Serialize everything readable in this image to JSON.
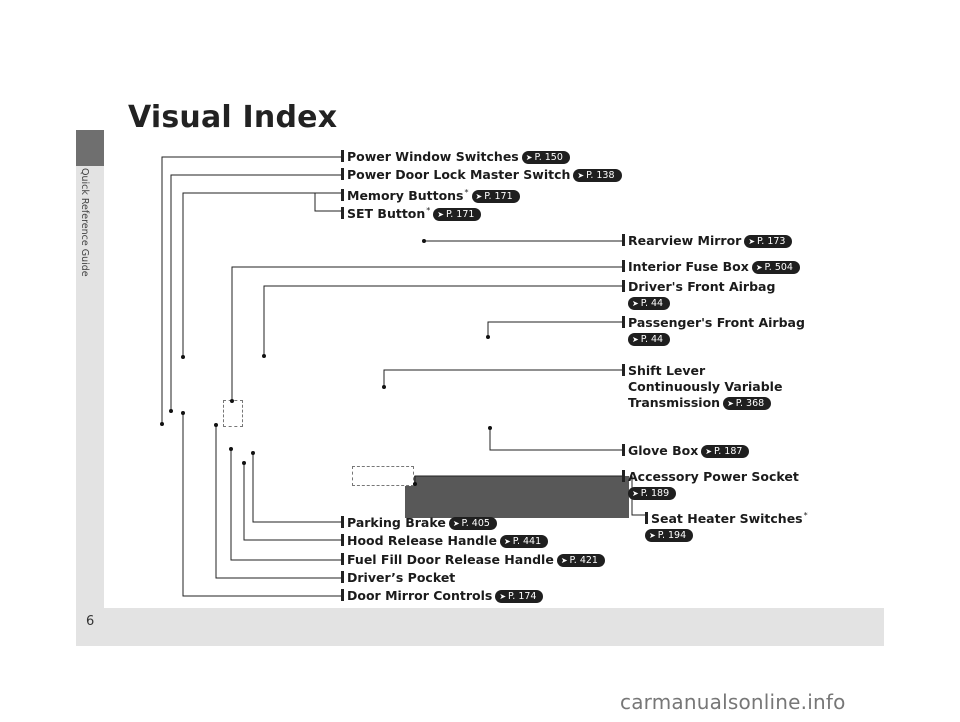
{
  "title": "Visual Index",
  "page_number": "6",
  "side_tab": "Quick Reference Guide",
  "watermark": "carmanualsonline.info",
  "callouts": [
    {
      "label": "Power Window Switches",
      "ref": "P. 150",
      "star": false
    },
    {
      "label": "Power Door Lock Master Switch",
      "ref": "P. 138",
      "star": false
    },
    {
      "label": "Memory Buttons",
      "ref": "P. 171",
      "star": true
    },
    {
      "label": "SET Button",
      "ref": "P. 171",
      "star": true
    },
    {
      "label": "Rearview Mirror",
      "ref": "P. 173",
      "star": false
    },
    {
      "label": "Interior Fuse Box",
      "ref": "P. 504",
      "star": false
    },
    {
      "label": "Driver's Front Airbag",
      "ref": "P. 44",
      "star": false
    },
    {
      "label": "Passenger's Front Airbag",
      "ref": "P. 44",
      "star": false
    },
    {
      "label": "Shift Lever",
      "label2": "Continuously Variable",
      "label3": "Transmission",
      "ref": "P. 368",
      "star": false
    },
    {
      "label": "Glove Box",
      "ref": "P. 187",
      "star": false
    },
    {
      "label": "Accessory Power Socket",
      "ref": "P. 189",
      "star": false
    },
    {
      "label": "Seat Heater Switches",
      "ref": "P. 194",
      "star": true
    },
    {
      "label": "Parking Brake",
      "ref": "P. 405",
      "star": false
    },
    {
      "label": "Hood Release Handle",
      "ref": "P. 441",
      "star": false
    },
    {
      "label": "Fuel Fill Door Release Handle",
      "ref": "P. 421",
      "star": false
    },
    {
      "label": "Driver’s Pocket",
      "ref": "",
      "star": false
    },
    {
      "label": "Door Mirror Controls",
      "ref": "P. 174",
      "star": false
    }
  ],
  "star_symbol": "*",
  "icons": {
    "ref_arrow": "arrow-right-icon"
  }
}
